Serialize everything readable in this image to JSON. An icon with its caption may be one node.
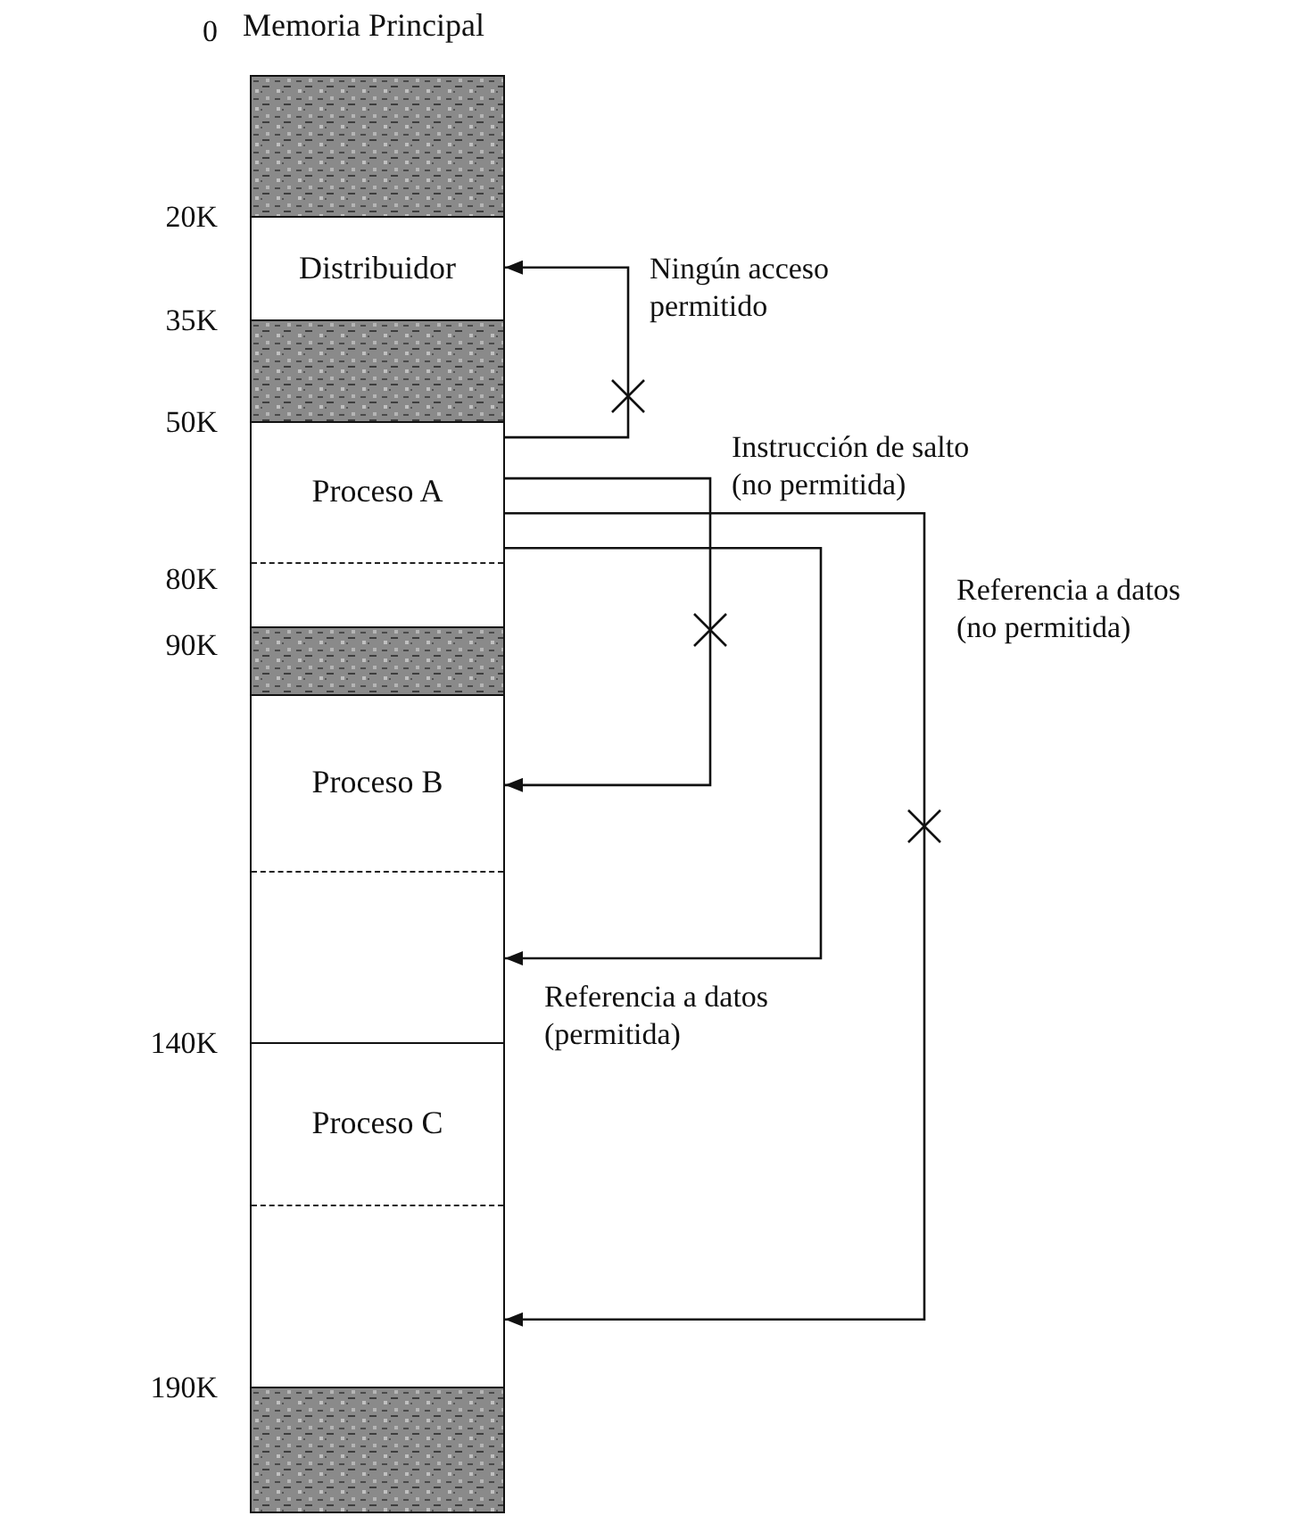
{
  "diagram": {
    "title": "Memoria Principal",
    "nodes": [
      {
        "text": [],
        "shape": "box"
      },
      {
        "text": [
          "Distribuidor"
        ]
      },
      {
        "text": [],
        "shape": "box"
      },
      {
        "text": [
          "Proceso A"
        ]
      },
      {
        "text": [],
        "shape": "box"
      },
      {
        "text": [
          "Proceso B"
        ]
      },
      {
        "text": [
          "Proceso C"
        ]
      },
      {
        "text": [],
        "shape": "box"
      }
    ],
    "edges": [
      {
        "from": 3,
        "to": 1,
        "arrow": "to",
        "label": "Ningún acceso permitido"
      },
      {
        "from": 3,
        "to": 5,
        "arrow": "to",
        "label": "Instrucción de salto (no permitida)"
      },
      {
        "from": 3,
        "to": 6,
        "arrow": "to",
        "label": "Referencia a datos (no permitida)"
      },
      {
        "from": 3,
        "to": 5,
        "arrow": "to",
        "label": "Referencia a datos (permitida)"
      }
    ],
    "labels": [
      "0",
      "20K",
      "35K",
      "50K",
      "80K",
      "90K",
      "140K",
      "190K"
    ]
  }
}
